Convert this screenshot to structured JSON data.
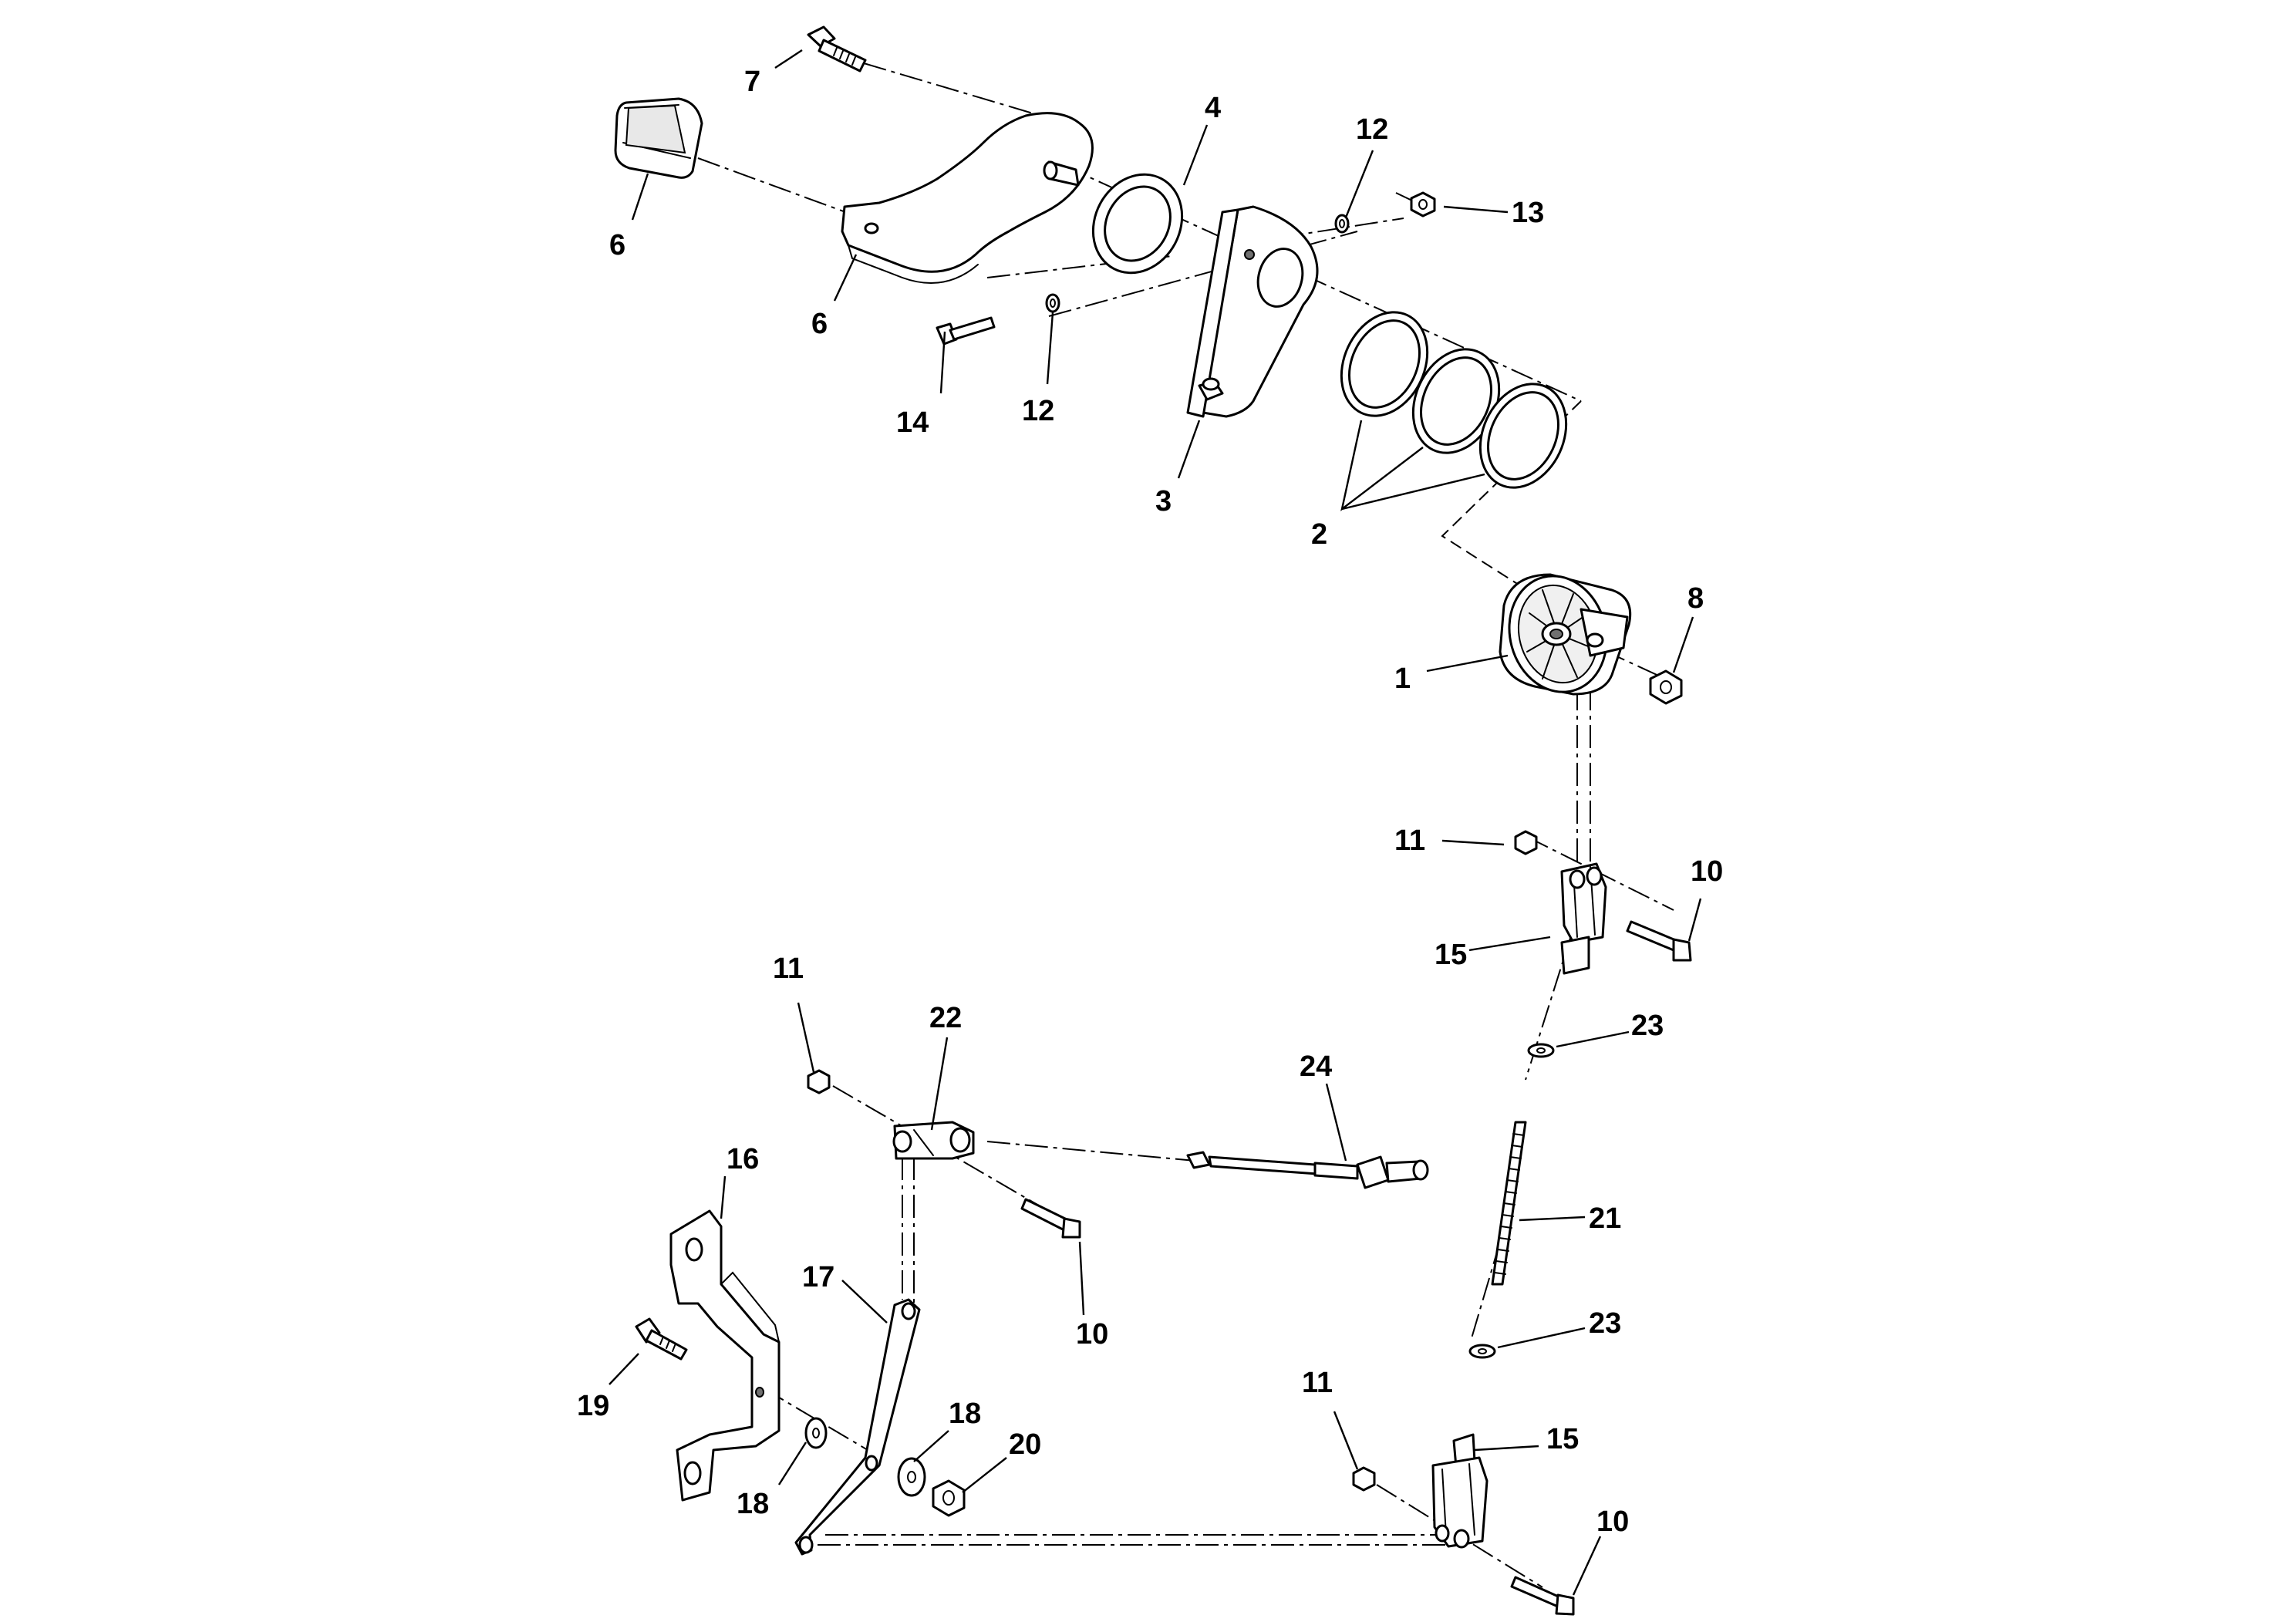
{
  "callouts": {
    "p1": "1",
    "p2": "2",
    "p3": "3",
    "p4": "4",
    "p6a": "6",
    "p6b": "6",
    "p7": "7",
    "p8": "8",
    "p10a": "10",
    "p10b": "10",
    "p10c": "10",
    "p11a": "11",
    "p11b": "11",
    "p11c": "11",
    "p12a": "12",
    "p12b": "12",
    "p13": "13",
    "p14": "14",
    "p15a": "15",
    "p15b": "15",
    "p16": "16",
    "p17": "17",
    "p18a": "18",
    "p18b": "18",
    "p19": "19",
    "p20": "20",
    "p21": "21",
    "p22": "22",
    "p23a": "23",
    "p23b": "23",
    "p24": "24"
  }
}
